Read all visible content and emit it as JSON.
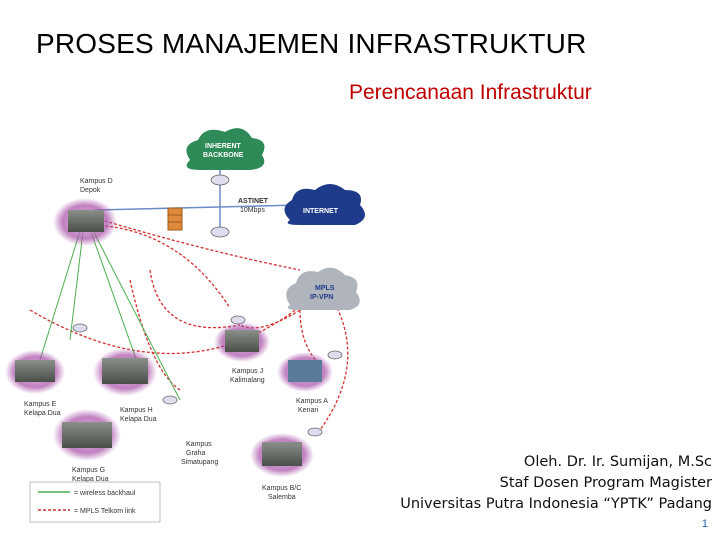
{
  "slide": {
    "title": "PROSES MANAJEMEN INFRASTRUKTUR",
    "subtitle": "Perencanaan Infrastruktur",
    "author_line1": "Oleh. Dr. Ir. Sumijan, M.Sc",
    "author_line2": "Staf Dosen Program Magister",
    "author_line3": "Universitas Putra Indonesia “YPTK” Padang",
    "page_number": "1"
  },
  "diagram": {
    "clouds": {
      "backbone": "INHERENT\nBACKBONE",
      "backbone_l1": "INHERENT",
      "backbone_l2": "BACKBONE",
      "internet": "INTERNET",
      "mpls_l1": "MPLS",
      "mpls_l2": "IP-VPN"
    },
    "astinet_l1": "ASTINET",
    "astinet_l2": "10Mbps",
    "campuses": {
      "d_l1": "Kampus D",
      "d_l2": "Depok",
      "e_l1": "Kampus E",
      "e_l2": "Kelapa Dua",
      "h_l1": "Kampus H",
      "h_l2": "Kelapa Dua",
      "g_l1": "Kampus G",
      "g_l2": "Kelapa Dua",
      "graha_l1": "Kampus",
      "graha_l2": "Graha",
      "graha_l3": "Simatupang",
      "j_l1": "Kampus J",
      "j_l2": "Kalimalang",
      "a_l1": "Kampus A",
      "a_l2": "Kenari",
      "bc_l1": "Kampus B/C",
      "bc_l2": "Salemba"
    },
    "legend": {
      "wireless": "= wireless backhaul",
      "mpls": "= MPLS Telkom link"
    },
    "colors": {
      "cloud_green": "#2e8b57",
      "cloud_blue": "#1e3a8a",
      "cloud_gray": "#b0b4bc",
      "mpls_red": "#d32f2f",
      "wireless_green": "#4caf50",
      "building_glow": "#a64ca6"
    }
  }
}
